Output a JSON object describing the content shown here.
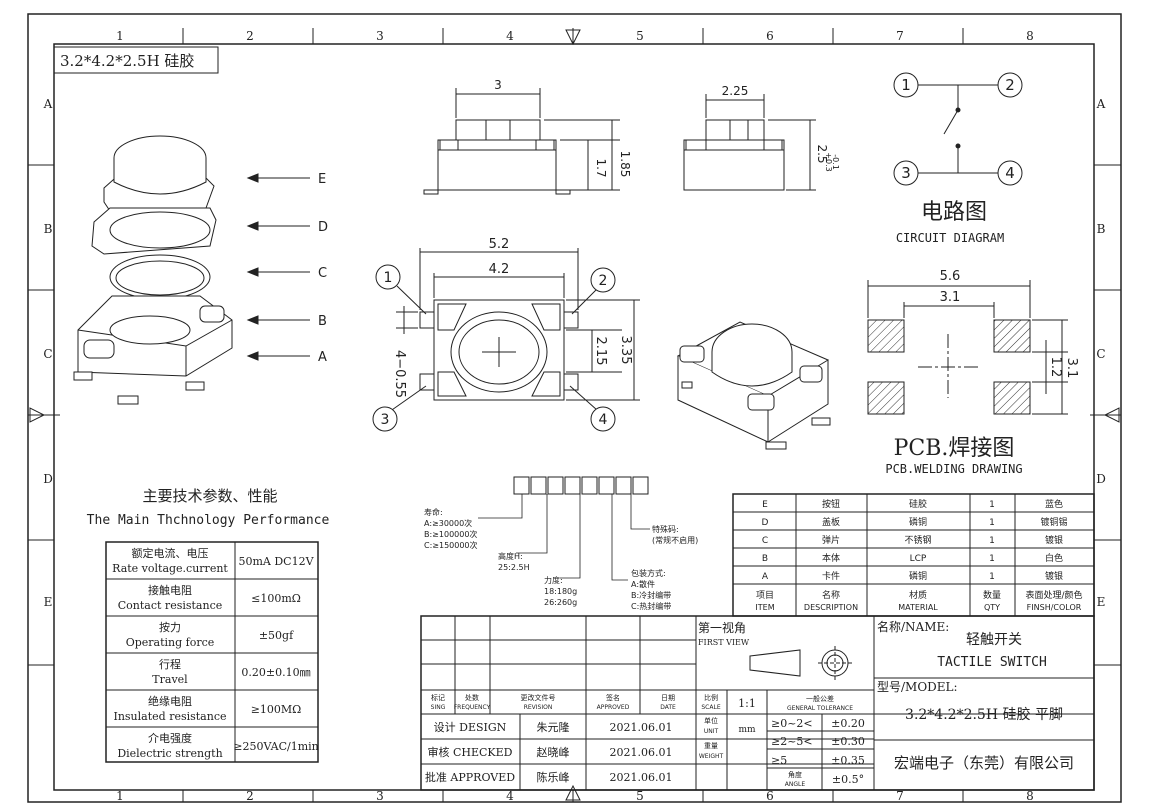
{
  "title_box": "3.2*4.2*2.5H 硅胶",
  "grid": {
    "cols": [
      "1",
      "2",
      "3",
      "4",
      "5",
      "6",
      "7",
      "8"
    ],
    "rows": [
      "A",
      "B",
      "C",
      "D",
      "E"
    ]
  },
  "exploded_labels": [
    "E",
    "D",
    "C",
    "B",
    "A"
  ],
  "dims": {
    "top_width": "3",
    "front_h1": "1.7",
    "front_h2": "1.85",
    "side_width": "2.25",
    "side_height": "2.5",
    "side_tol_plus": "+0.3",
    "side_tol_minus": "-0.1",
    "body_w1": "5.2",
    "body_w2": "4.2",
    "body_h1": "2.15",
    "body_h2": "3.35",
    "pin_w": "4−0.55",
    "pcb_w1": "5.6",
    "pcb_w2": "3.1",
    "pcb_h1": "1.2",
    "pcb_h2": "3.1"
  },
  "pins": [
    "1",
    "2",
    "3",
    "4"
  ],
  "circuit": {
    "title_cn": "电路图",
    "title_en": "CIRCUIT DIAGRAM"
  },
  "pcb": {
    "title_cn": "PCB.焊接图",
    "title_en": "PCB.WELDING DRAWING"
  },
  "order_code": {
    "life_title": "寿命:",
    "life_opts": [
      "A:≥30000次",
      "B:≥100000次",
      "C:≥150000次"
    ],
    "height_title": "高度H:",
    "height_val": "25:2.5H",
    "force_title": "力度:",
    "force_opts": [
      "18:180g",
      "26:260g"
    ],
    "pack_title": "包装方式:",
    "pack_opts": [
      "A:散件",
      "B:冷封编带",
      "C:热封编带"
    ],
    "special_title": "特殊码:",
    "special_note": "(常规不启用)"
  },
  "perf": {
    "title_cn": "主要技术参数、性能",
    "title_en": "The Main Thchnology Performance",
    "rows": [
      {
        "cn": "额定电流、电压",
        "en": "Rate voltage.current",
        "val": "50mA DC12V"
      },
      {
        "cn": "接触电阻",
        "en": "Contact resistance",
        "val": "≤100mΩ"
      },
      {
        "cn": "按力",
        "en": "Operating force",
        "val": "±50gf"
      },
      {
        "cn": "行程",
        "en": "Travel",
        "val": "0.20±0.10㎜"
      },
      {
        "cn": "绝缘电阻",
        "en": "Insulated resistance",
        "val": "≥100MΩ"
      },
      {
        "cn": "介电强度",
        "en": "Dielectric strength",
        "val": "≥250VAC/1min"
      }
    ]
  },
  "bom": {
    "rows": [
      [
        "E",
        "按钮",
        "硅胶",
        "1",
        "蓝色"
      ],
      [
        "D",
        "盖板",
        "磷铜",
        "1",
        "镀铜锡"
      ],
      [
        "C",
        "弹片",
        "不锈钢",
        "1",
        "镀银"
      ],
      [
        "B",
        "本体",
        "LCP",
        "1",
        "白色"
      ],
      [
        "A",
        "卡件",
        "磷铜",
        "1",
        "镀银"
      ]
    ],
    "header": [
      {
        "cn": "项目",
        "en": "ITEM"
      },
      {
        "cn": "名称",
        "en": "DESCRIPTION"
      },
      {
        "cn": "材质",
        "en": "MATERIAL"
      },
      {
        "cn": "数量",
        "en": "QTY"
      },
      {
        "cn": "表面处理/颜色",
        "en": "FINSH/COLOR"
      }
    ]
  },
  "title_block": {
    "rev_headers": [
      {
        "cn": "标记",
        "en": "SING"
      },
      {
        "cn": "处数",
        "en": "FREQUENCY"
      },
      {
        "cn": "更改文件号",
        "en": "REVISION"
      },
      {
        "cn": "签名",
        "en": "APPROVED"
      },
      {
        "cn": "日期",
        "en": "DATE"
      }
    ],
    "sign_rows": [
      {
        "role": "设计 DESIGN",
        "name": "朱元隆",
        "date": "2021.06.01"
      },
      {
        "role": "审核 CHECKED",
        "name": "赵晓峰",
        "date": "2021.06.01"
      },
      {
        "role": "批准 APPROVED",
        "name": "陈乐峰",
        "date": "2021.06.01"
      }
    ],
    "scale_cn": "比例",
    "scale_en": "SCALE",
    "scale_val": "1:1",
    "unit_cn": "单位",
    "unit_en": "UNIT",
    "unit_val": "mm",
    "weight_cn": "重量",
    "weight_en": "WEIGHT",
    "angle_cn": "角度",
    "angle_en": "ANGLE",
    "tol_cn": "一般公差",
    "tol_en": "GENERAL TOLERANCE",
    "tolerances": [
      [
        "≥0~2<",
        "±0.20"
      ],
      [
        "≥2~5<",
        "±0.30"
      ],
      [
        "≥5",
        "±0.35"
      ],
      [
        "",
        "±0.5°"
      ]
    ],
    "view_cn": "第一视角",
    "view_en": "FIRST VIEW",
    "name_label": "名称/NAME:",
    "name_cn": "轻触开关",
    "name_en": "TACTILE SWITCH",
    "model_label": "型号/MODEL:",
    "model_val": "3.2*4.2*2.5H 硅胶 平脚",
    "company": "宏端电子（东莞）有限公司"
  },
  "colors": {
    "line": "#1a1a1a",
    "hatch": "#333333",
    "paper": "#ffffff"
  }
}
